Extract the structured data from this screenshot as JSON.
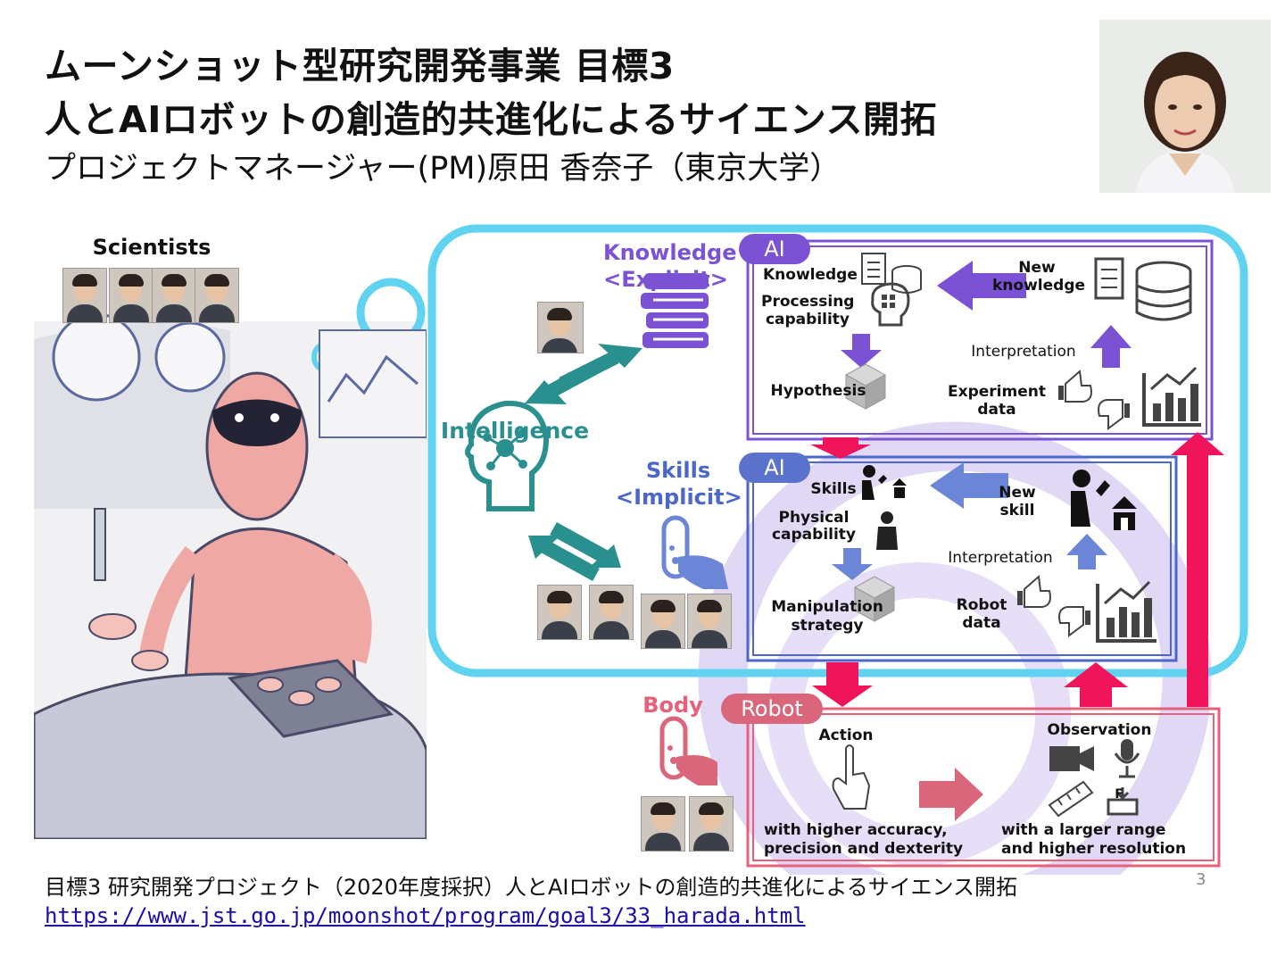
{
  "header": {
    "title_line1": "ムーンショット型研究開発事業 目標3",
    "title_line2": "人とAIロボットの創造的共進化によるサイエンス開拓",
    "subtitle": "プロジェクトマネージャー(PM)原田 香奈子（東京大学）"
  },
  "diagram": {
    "scientists_label": "Scientists",
    "intelligence_label": "Intelligence",
    "knowledge_label": "Knowledge",
    "explicit_label": "<Explicit>",
    "skills_label": "Skills",
    "implicit_label": "<Implicit>",
    "body_label": "Body",
    "ai_badge_1": "AI",
    "ai_badge_2": "AI",
    "robot_badge": "Robot",
    "knowledge_box": {
      "knowledge": "Knowledge",
      "processing_1": "Processing",
      "processing_2": "capability",
      "hypothesis": "Hypothesis",
      "new_knowledge_1": "New",
      "new_knowledge_2": "knowledge",
      "interpretation": "Interpretation",
      "experiment_1": "Experiment",
      "experiment_2": "data"
    },
    "skills_box": {
      "skills": "Skills",
      "physical_1": "Physical",
      "physical_2": "capability",
      "manipulation_1": "Manipulation",
      "manipulation_2": "strategy",
      "new_skill_1": "New",
      "new_skill_2": "skill",
      "interpretation": "Interpretation",
      "robot_data_1": "Robot",
      "robot_data_2": "data"
    },
    "robot_box": {
      "action": "Action",
      "observation": "Observation",
      "action_desc_1": "with higher accuracy,",
      "action_desc_2": "precision and dexterity",
      "observation_desc_1": "with a larger range",
      "observation_desc_2": "and higher resolution",
      "force_glyph": "F"
    },
    "colors": {
      "cyan": "#5fd3f0",
      "purple": "#7b52d4",
      "blue": "#4a67c9",
      "pink": "#e8607a",
      "magenta": "#f0145a",
      "teal": "#2a8f8f"
    }
  },
  "footer": {
    "text": "目標3 研究開発プロジェクト（2020年度採択）人とAIロボットの創造的共進化によるサイエンス開拓",
    "link": "https://www.jst.go.jp/moonshot/program/goal3/33_harada.html",
    "page_number": "3"
  }
}
